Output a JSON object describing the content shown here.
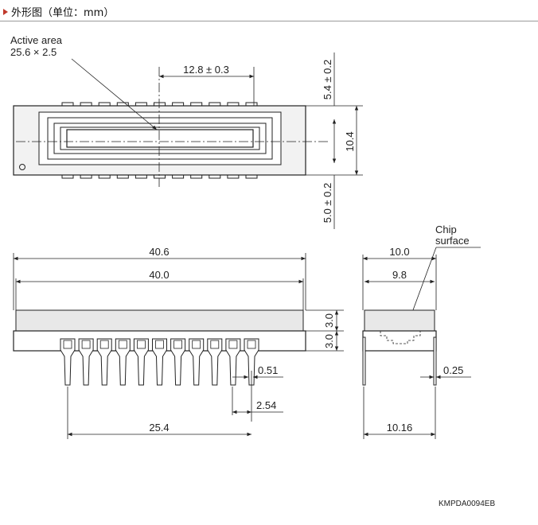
{
  "header": {
    "title": "外形图（单位：mm）",
    "marker_color": "#c0392b"
  },
  "top_view": {
    "callout_line1": "Active area",
    "callout_line2": "25.6 × 2.5",
    "dim_pitch_center": "12.8 ± 0.3",
    "dim_top_offset": "5.4 ± 0.2",
    "dim_height": "10.4",
    "dim_bottom_offset": "5.0 ± 0.2",
    "pins_per_side": 11
  },
  "front_view": {
    "dim_length_overall": "40.6",
    "dim_length_window": "40.0",
    "dim_window_thickness": "3.0",
    "dim_base_thickness": "3.0",
    "dim_pin_width": "0.51",
    "dim_pin_pitch": "2.54",
    "dim_pin_span": "25.4",
    "pins": 11
  },
  "side_view": {
    "callout_line1": "Chip",
    "callout_line2": "surface",
    "dim_width_overall": "10.0",
    "dim_width_window": "9.8",
    "dim_lead_thickness": "0.25",
    "dim_row_spacing": "10.16"
  },
  "footer": {
    "drawing_code": "KMPDA0094EB"
  },
  "colors": {
    "line": "#222222",
    "window_fill": "#e8e8e8",
    "body_fill": "#f2f2f2",
    "header_rule": "#9a9a9a"
  }
}
